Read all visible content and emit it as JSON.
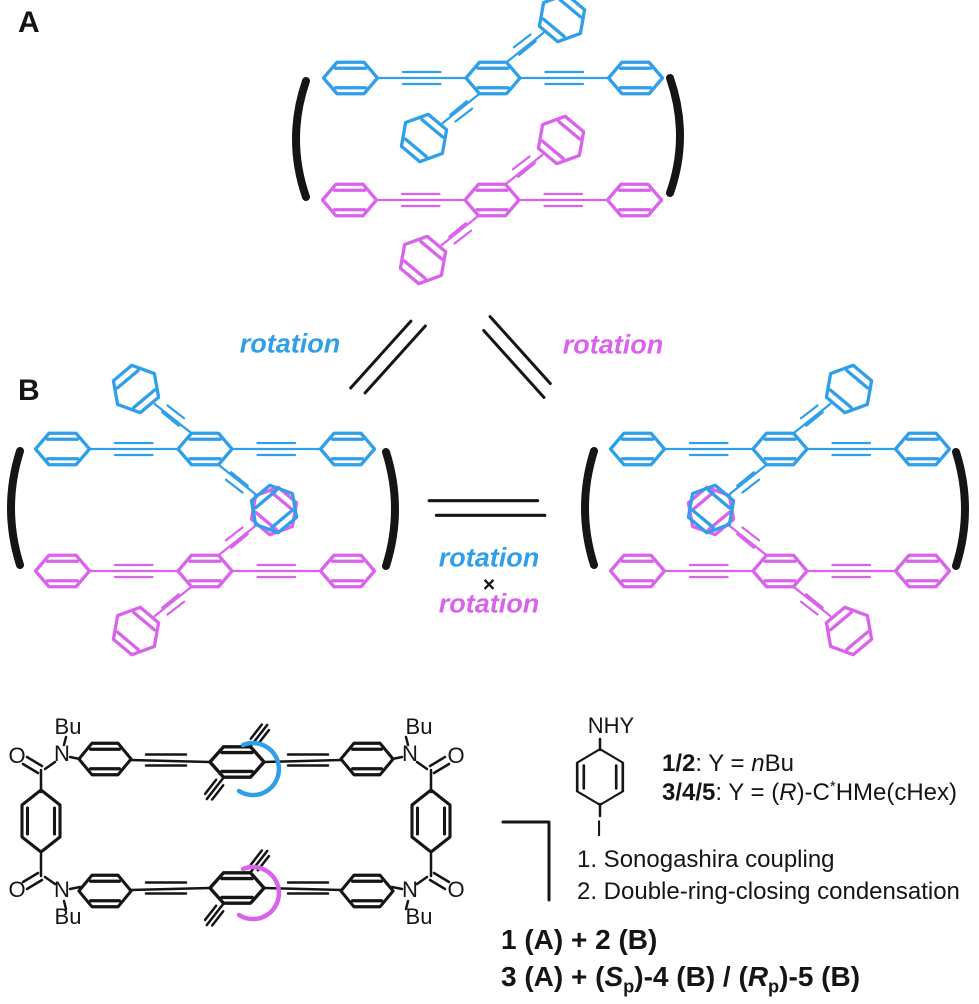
{
  "colors": {
    "blue": "#2E9FE8",
    "magenta": "#D963EA",
    "line": "#151515"
  },
  "panels": {
    "a_label": "A",
    "b_label": "B"
  },
  "rotation_labels": {
    "left": "rotation",
    "right": "rotation",
    "center_top": "rotation",
    "center_times": "×",
    "center_bottom": "rotation"
  },
  "macrocycle_labels": {
    "bu": "Bu",
    "n": "N",
    "o": "O"
  },
  "reagent_labels": {
    "amine": "NHY",
    "iodide": "I"
  },
  "legend": {
    "line1": [
      {
        "t": "1/2",
        "s": "b"
      },
      {
        "t": ": Y = ",
        "s": "r"
      },
      {
        "t": "n",
        "s": "i"
      },
      {
        "t": "Bu",
        "s": "r"
      }
    ],
    "line2": [
      {
        "t": "3/4/5",
        "s": "b"
      },
      {
        "t": ": Y = (",
        "s": "r"
      },
      {
        "t": "R",
        "s": "i"
      },
      {
        "t": ")-C",
        "s": "r"
      },
      {
        "t": "*",
        "s": "sup"
      },
      {
        "t": "HMe(cHex)",
        "s": "r"
      }
    ]
  },
  "steps": {
    "step1": "1. Sonogashira coupling",
    "step2": "2. Double-ring-closing condensation"
  },
  "products": {
    "line1": "1 (A) + 2 (B)",
    "line2": [
      {
        "t": "3 (A) + (",
        "s": "b"
      },
      {
        "t": "S",
        "s": "bi"
      },
      {
        "t": "p",
        "s": "bsub"
      },
      {
        "t": ")-4 (B) / (",
        "s": "b"
      },
      {
        "t": "R",
        "s": "bi"
      },
      {
        "t": "p",
        "s": "bsub"
      },
      {
        "t": ")-5 (B)",
        "s": "b"
      }
    ]
  }
}
